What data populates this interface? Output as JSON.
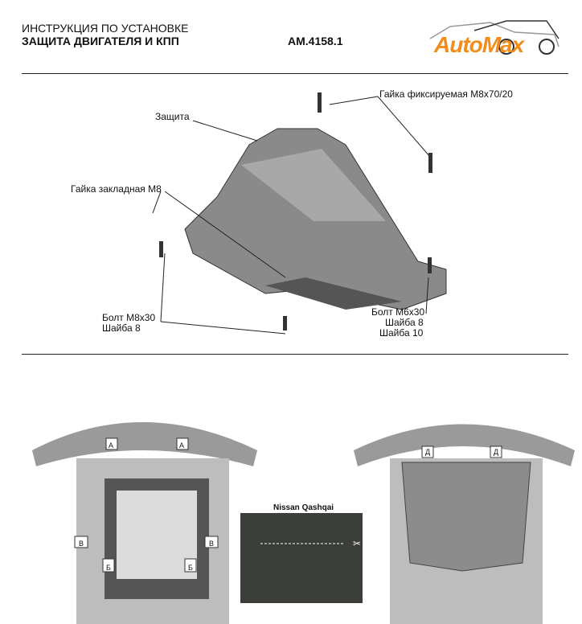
{
  "header": {
    "line1": "ИНСТРУКЦИЯ ПО УСТАНОВКЕ",
    "line2": "ЗАЩИТА ДВИГАТЕЛЯ И КПП",
    "article": "АМ.4158.1",
    "logo": "AutoMax"
  },
  "diagram": {
    "labels": {
      "shield": "Защита",
      "fixed_nut": "Гайка фиксируемая М8х70/20",
      "embedded_nut": "Гайка закладная М8",
      "bolt_m8": "Болт М8х30",
      "washer_8a": "Шайба 8",
      "bolt_m6": "Болт М6х30",
      "washer_8b": "Шайба 8",
      "washer_10": "Шайба 10"
    }
  },
  "photos": {
    "left_markers": [
      "А",
      "А",
      "В",
      "В",
      "Б",
      "Б"
    ],
    "right_markers": [
      "Д",
      "Д"
    ],
    "inset_title": "Nissan Qashqai",
    "accent": "#f28c1a"
  }
}
